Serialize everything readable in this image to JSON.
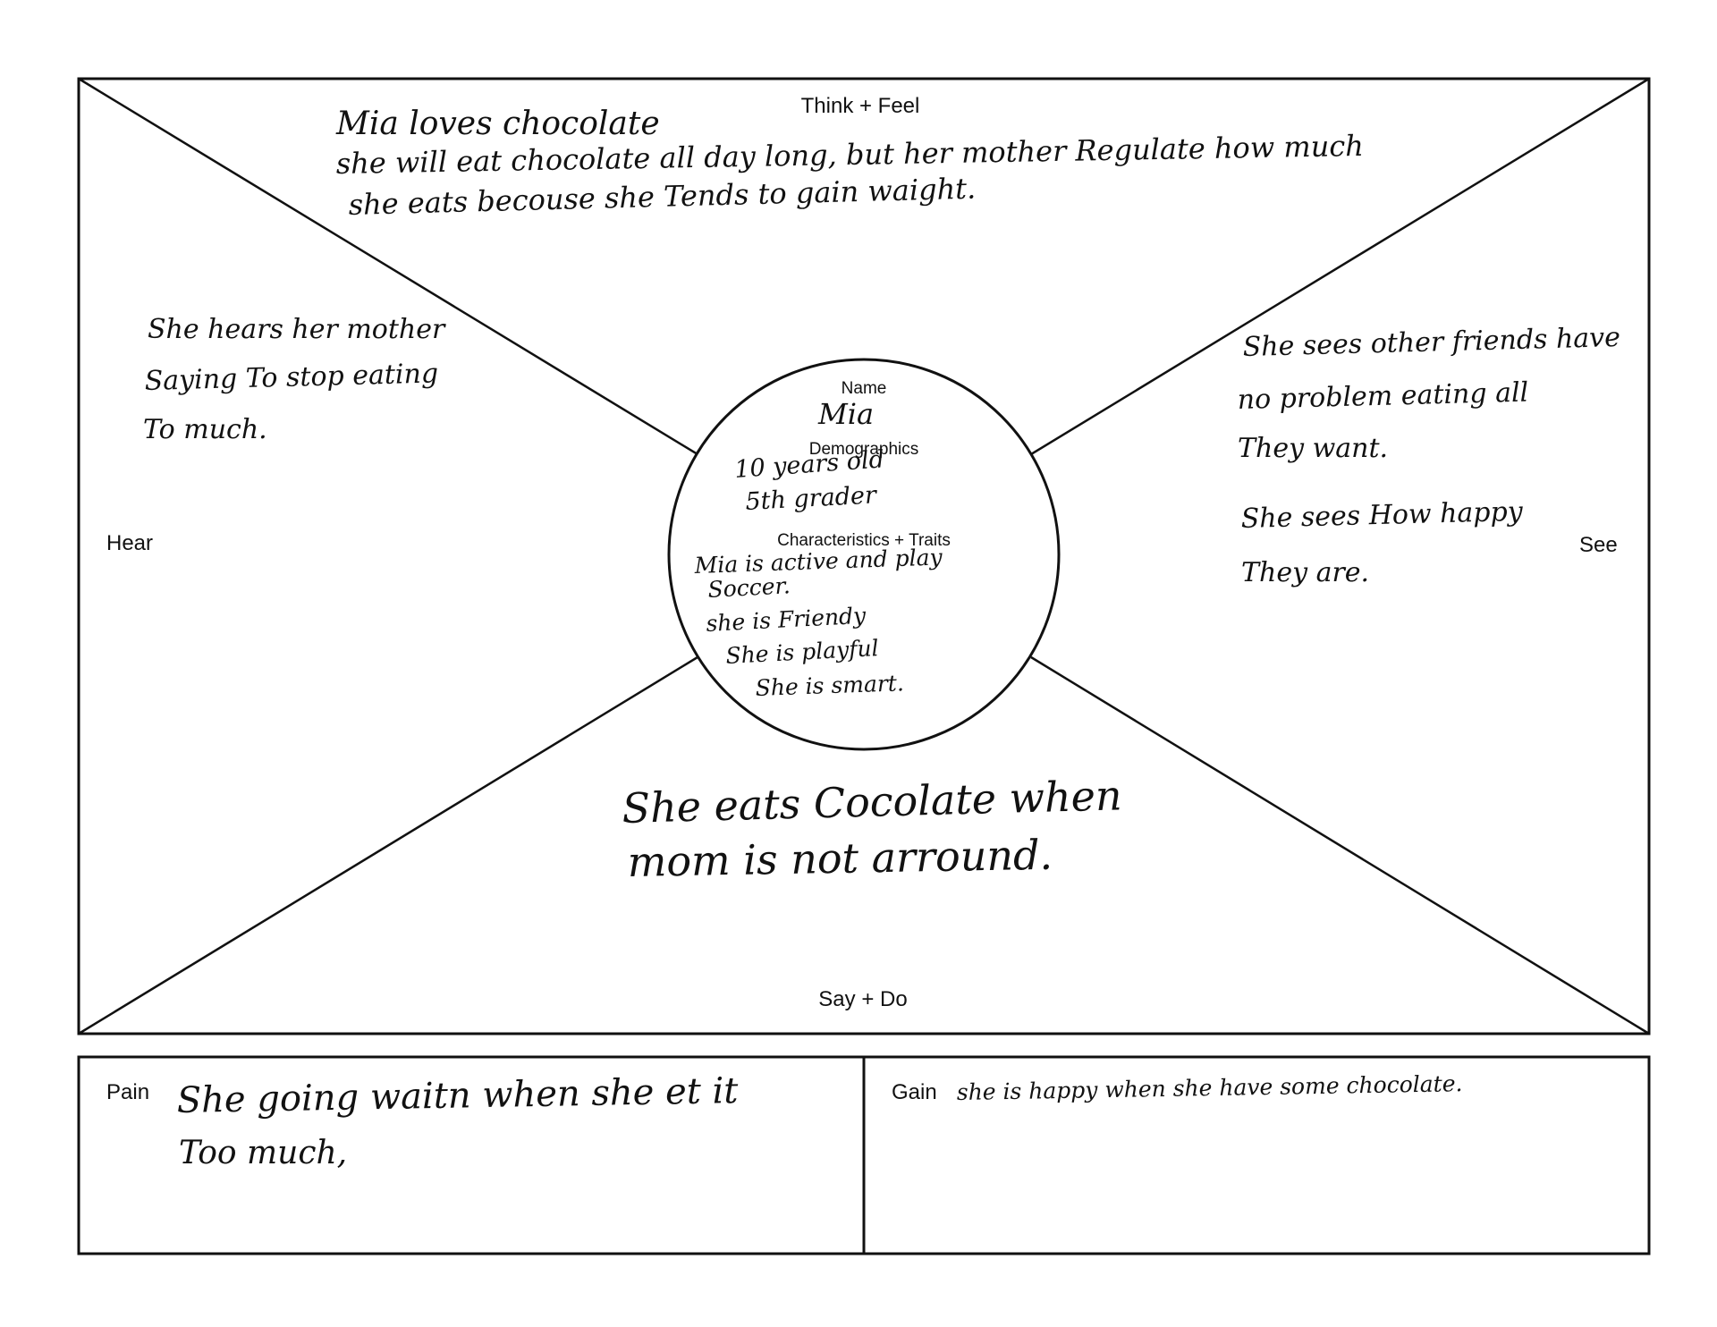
{
  "map": {
    "sections": {
      "think_feel": "Think + Feel",
      "hear": "Hear",
      "see": "See",
      "say_do": "Say + Do"
    },
    "center": {
      "name_label": "Name",
      "name_value": "Mia",
      "demographics_label": "Demographics",
      "demographics_lines": [
        "10 years old",
        "5th grader"
      ],
      "traits_label": "Characteristics + Traits",
      "traits_lines": [
        "Mia is active and play",
        "Soccer.",
        "she is Friendy",
        "She is playful",
        "She is smart."
      ]
    },
    "notes": {
      "think_feel": [
        "Mia loves chocolate",
        "she will eat chocolate all day long, but her mother Regulate how much",
        "she eats becouse she Tends to gain waight."
      ],
      "hear": [
        "She hears her mother",
        "Saying To stop eating",
        "To much."
      ],
      "see": [
        "She sees other friends have",
        "no problem eating all",
        "They want.",
        "She sees How happy",
        "They are."
      ],
      "say_do": [
        "She eats Cocolate when",
        "mom is not arround."
      ]
    }
  },
  "pain_gain": {
    "pain_label": "Pain",
    "pain_lines": [
      "She going waitn when she et it",
      "Too much,"
    ],
    "gain_label": "Gain",
    "gain_lines": [
      "she is happy when she have some chocolate."
    ]
  },
  "colors": {
    "ink": "#111111",
    "background": "#ffffff"
  }
}
